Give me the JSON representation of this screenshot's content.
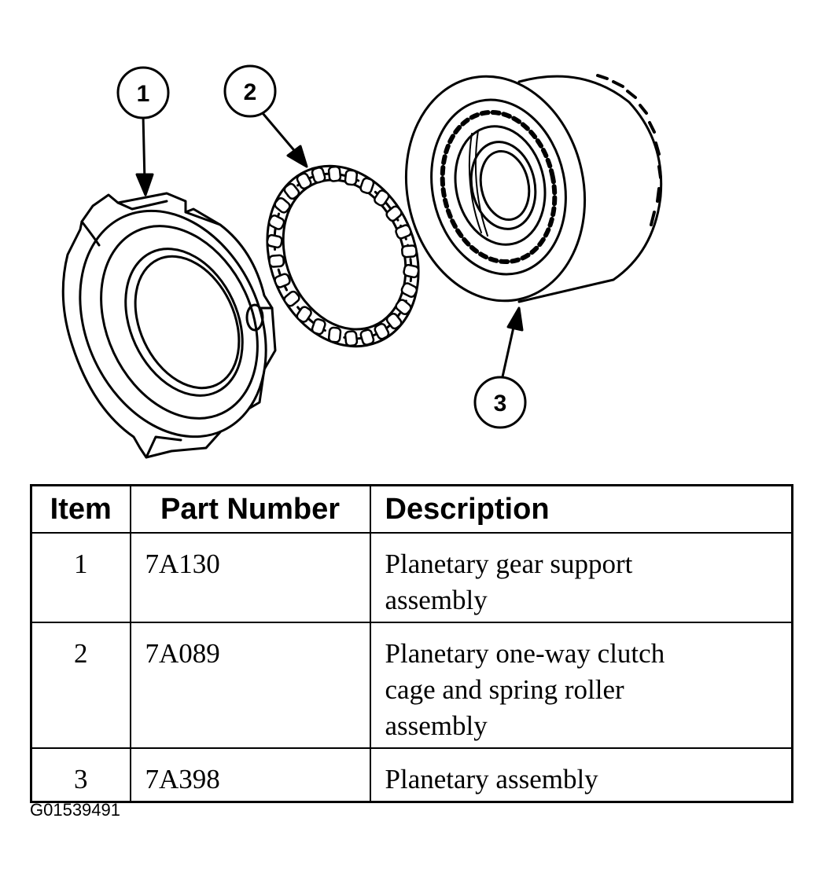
{
  "callouts": [
    {
      "label": "1"
    },
    {
      "label": "2"
    },
    {
      "label": "3"
    }
  ],
  "table": {
    "headers": [
      "Item",
      "Part Number",
      "Description"
    ],
    "rows": [
      {
        "item": "1",
        "part_number": "7A130",
        "description_lines": [
          "Planetary gear support",
          "assembly"
        ]
      },
      {
        "item": "2",
        "part_number": "7A089",
        "description_lines": [
          "Planetary one-way clutch",
          "cage and spring roller",
          "assembly"
        ]
      },
      {
        "item": "3",
        "part_number": "7A398",
        "description_lines": [
          "Planetary assembly"
        ]
      }
    ]
  },
  "figure_id": "G01539491"
}
